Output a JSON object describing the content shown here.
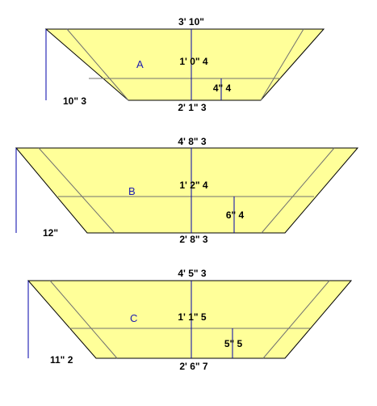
{
  "colors": {
    "fill": "#ffff99",
    "outline": "#000000",
    "inner_line": "#707070",
    "height_line": "#0000aa",
    "tag_text": "#1a1ab0",
    "text": "#000000"
  },
  "sections": [
    {
      "letter": "A",
      "top_width": "3' 10\"",
      "mid_width": "1' 0\" 4",
      "bottom_width": "2' 1\" 3",
      "inner_height": "4\" 4",
      "side_height": "10\" 3"
    },
    {
      "letter": "B",
      "top_width": "4' 8\" 3",
      "mid_width": "1' 2\" 4",
      "bottom_width": "2' 8\" 3",
      "inner_height": "6\" 4",
      "side_height": "12\""
    },
    {
      "letter": "C",
      "top_width": "4' 5\" 3",
      "mid_width": "1' 1\" 5",
      "bottom_width": "2' 6\" 7",
      "inner_height": "5\" 5",
      "side_height": "11\" 2"
    }
  ]
}
